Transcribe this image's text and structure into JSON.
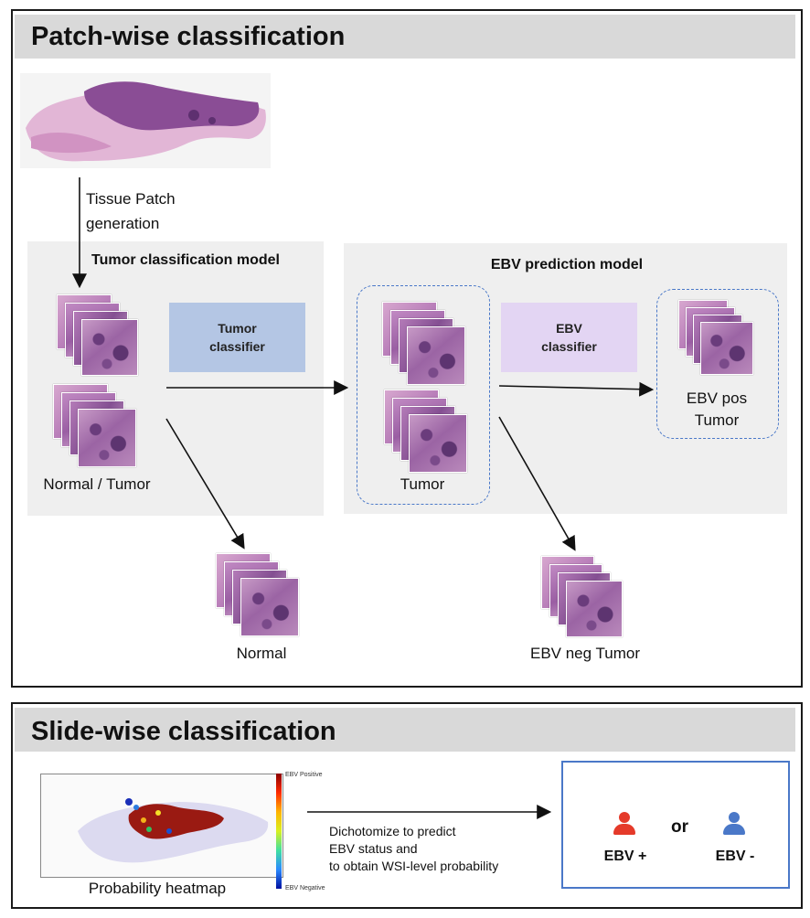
{
  "patch_section": {
    "title": "Patch-wise classification",
    "step_label_line1": "Tissue Patch",
    "step_label_line2": "generation",
    "tumor_model": {
      "title": "Tumor classification model",
      "classifier_line1": "Tumor",
      "classifier_line2": "classifier",
      "input_label": "Normal / Tumor",
      "output_label": "Normal",
      "classifier_color": "#b4c6e4"
    },
    "ebv_model": {
      "title": "EBV prediction model",
      "classifier_line1": "EBV",
      "classifier_line2": "classifier",
      "input_label": "Tumor",
      "pos_line1": "EBV pos",
      "pos_line2": "Tumor",
      "neg_label": "EBV neg Tumor",
      "classifier_color": "#e3d5f3"
    }
  },
  "slide_section": {
    "title": "Slide-wise classification",
    "heatmap_label": "Probability heatmap",
    "legend_top": "EBV Positive",
    "legend_bottom": "EBV Negative",
    "step_line1": "Dichotomize to predict",
    "step_line2": "EBV status and",
    "step_line3": "to obtain WSI-level probability",
    "or_label": "or",
    "pos_result": "EBV +",
    "neg_result": "EBV -",
    "pos_color": "#e53a2a",
    "neg_color": "#4a78c8"
  },
  "icons": [
    "tissue-slide-icon",
    "patch-stack-icon",
    "user-icon"
  ]
}
